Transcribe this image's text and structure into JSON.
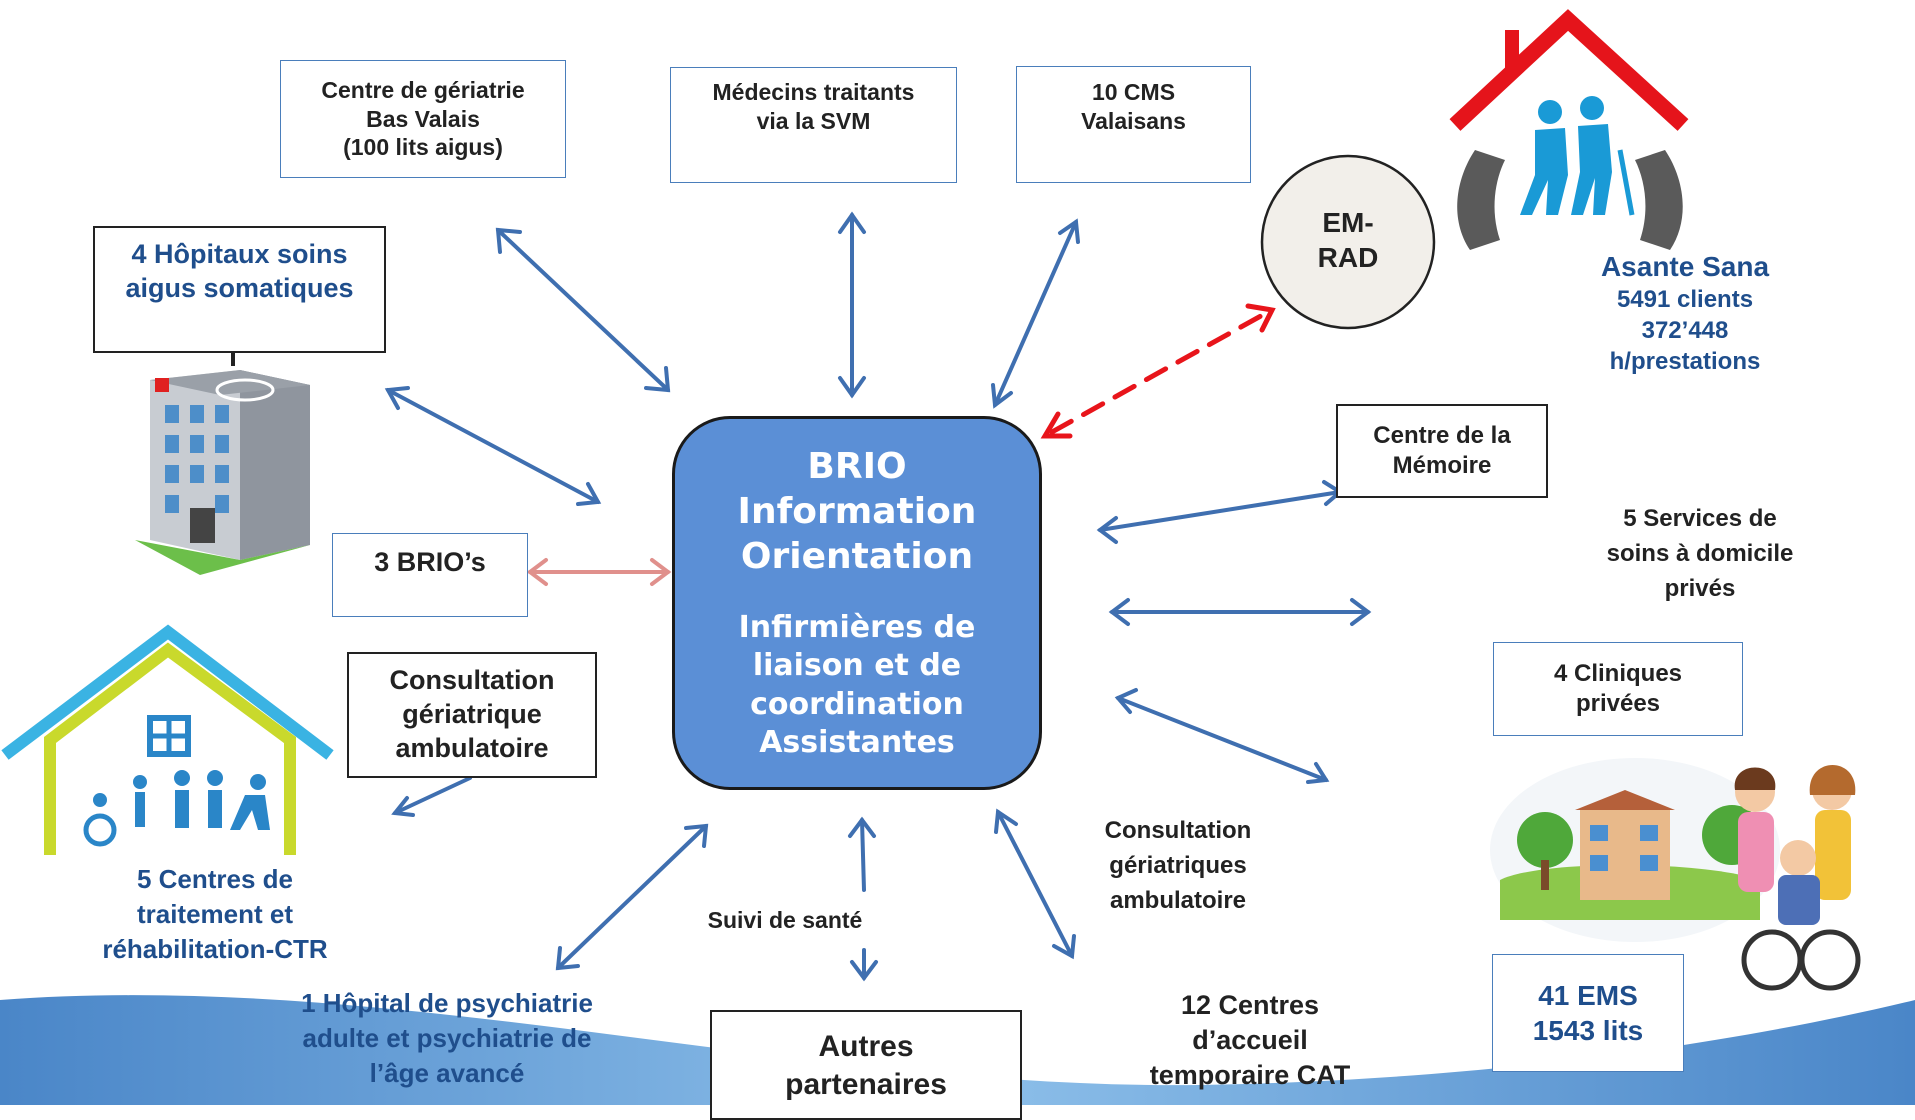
{
  "center": {
    "title_lines": [
      "BRIO",
      "Information",
      "Orientation"
    ],
    "sub_lines": [
      "Infirmières de",
      "liaison et de",
      "coordination",
      "Assistantes"
    ]
  },
  "nodes": {
    "geriatrie": [
      "Centre de gériatrie",
      "Bas Valais",
      "(100 lits  aigus)"
    ],
    "medecins": [
      "Médecins traitants",
      "via la SVM"
    ],
    "cms": [
      "10 CMS",
      "Valaisans"
    ],
    "emrad": [
      "EM-",
      "RAD"
    ],
    "asante": [
      "Asante Sana",
      "5491 clients",
      "372’448",
      "h/prestations"
    ],
    "hopitaux": [
      "4 Hôpitaux soins",
      "aigus somatiques"
    ],
    "brios": [
      "3 BRIO’s"
    ],
    "memoire": [
      "Centre de la",
      "Mémoire"
    ],
    "services": [
      "5 Services de",
      "soins à domicile",
      "privés"
    ],
    "cliniques": [
      "4 Cliniques",
      "privées"
    ],
    "consult_amb": [
      "Consultation",
      "gériatrique",
      "ambulatoire"
    ],
    "ctr": [
      "5 Centres de",
      "traitement et",
      "réhabilitation-CTR"
    ],
    "consult_geri": [
      "Consultation",
      "gériatriques",
      "ambulatoire"
    ],
    "suivi": [
      "Suivi de santé"
    ],
    "psy": [
      "1 Hôpital de psychiatrie",
      "adulte et psychiatrie de",
      "l’âge avancé"
    ],
    "autres": [
      "Autres",
      "partenaires"
    ],
    "cat": [
      "12 Centres",
      "d’accueil",
      "temporaire CAT"
    ],
    "ems": [
      "41 EMS",
      "1543 lits"
    ]
  },
  "colors": {
    "arrow": "#3f6fb0",
    "arrow_pink": "#e0908c",
    "arrow_dashed": "#e8151b",
    "center_fill": "#5b8fd6",
    "footer_wave": "#4f8fcf"
  }
}
